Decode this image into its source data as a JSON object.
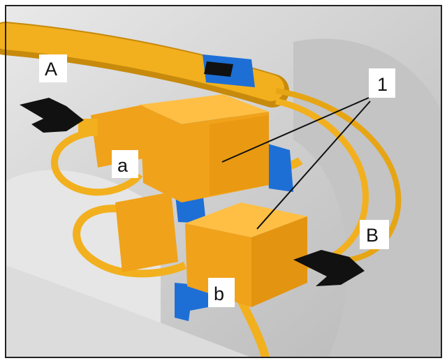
{
  "labels": {
    "A": "A",
    "B": "B",
    "a": "a",
    "b": "b",
    "one": "1"
  },
  "colors": {
    "harness": "#f2b01e",
    "harness_dark": "#c78a0c",
    "connector": "#f0a21a",
    "connector_dark": "#d38a10",
    "connector_light": "#ffbf45",
    "clip_blue": "#1d6fd6",
    "arrow": "#111111",
    "background": "#d8d8d8",
    "frame": "#222222"
  }
}
